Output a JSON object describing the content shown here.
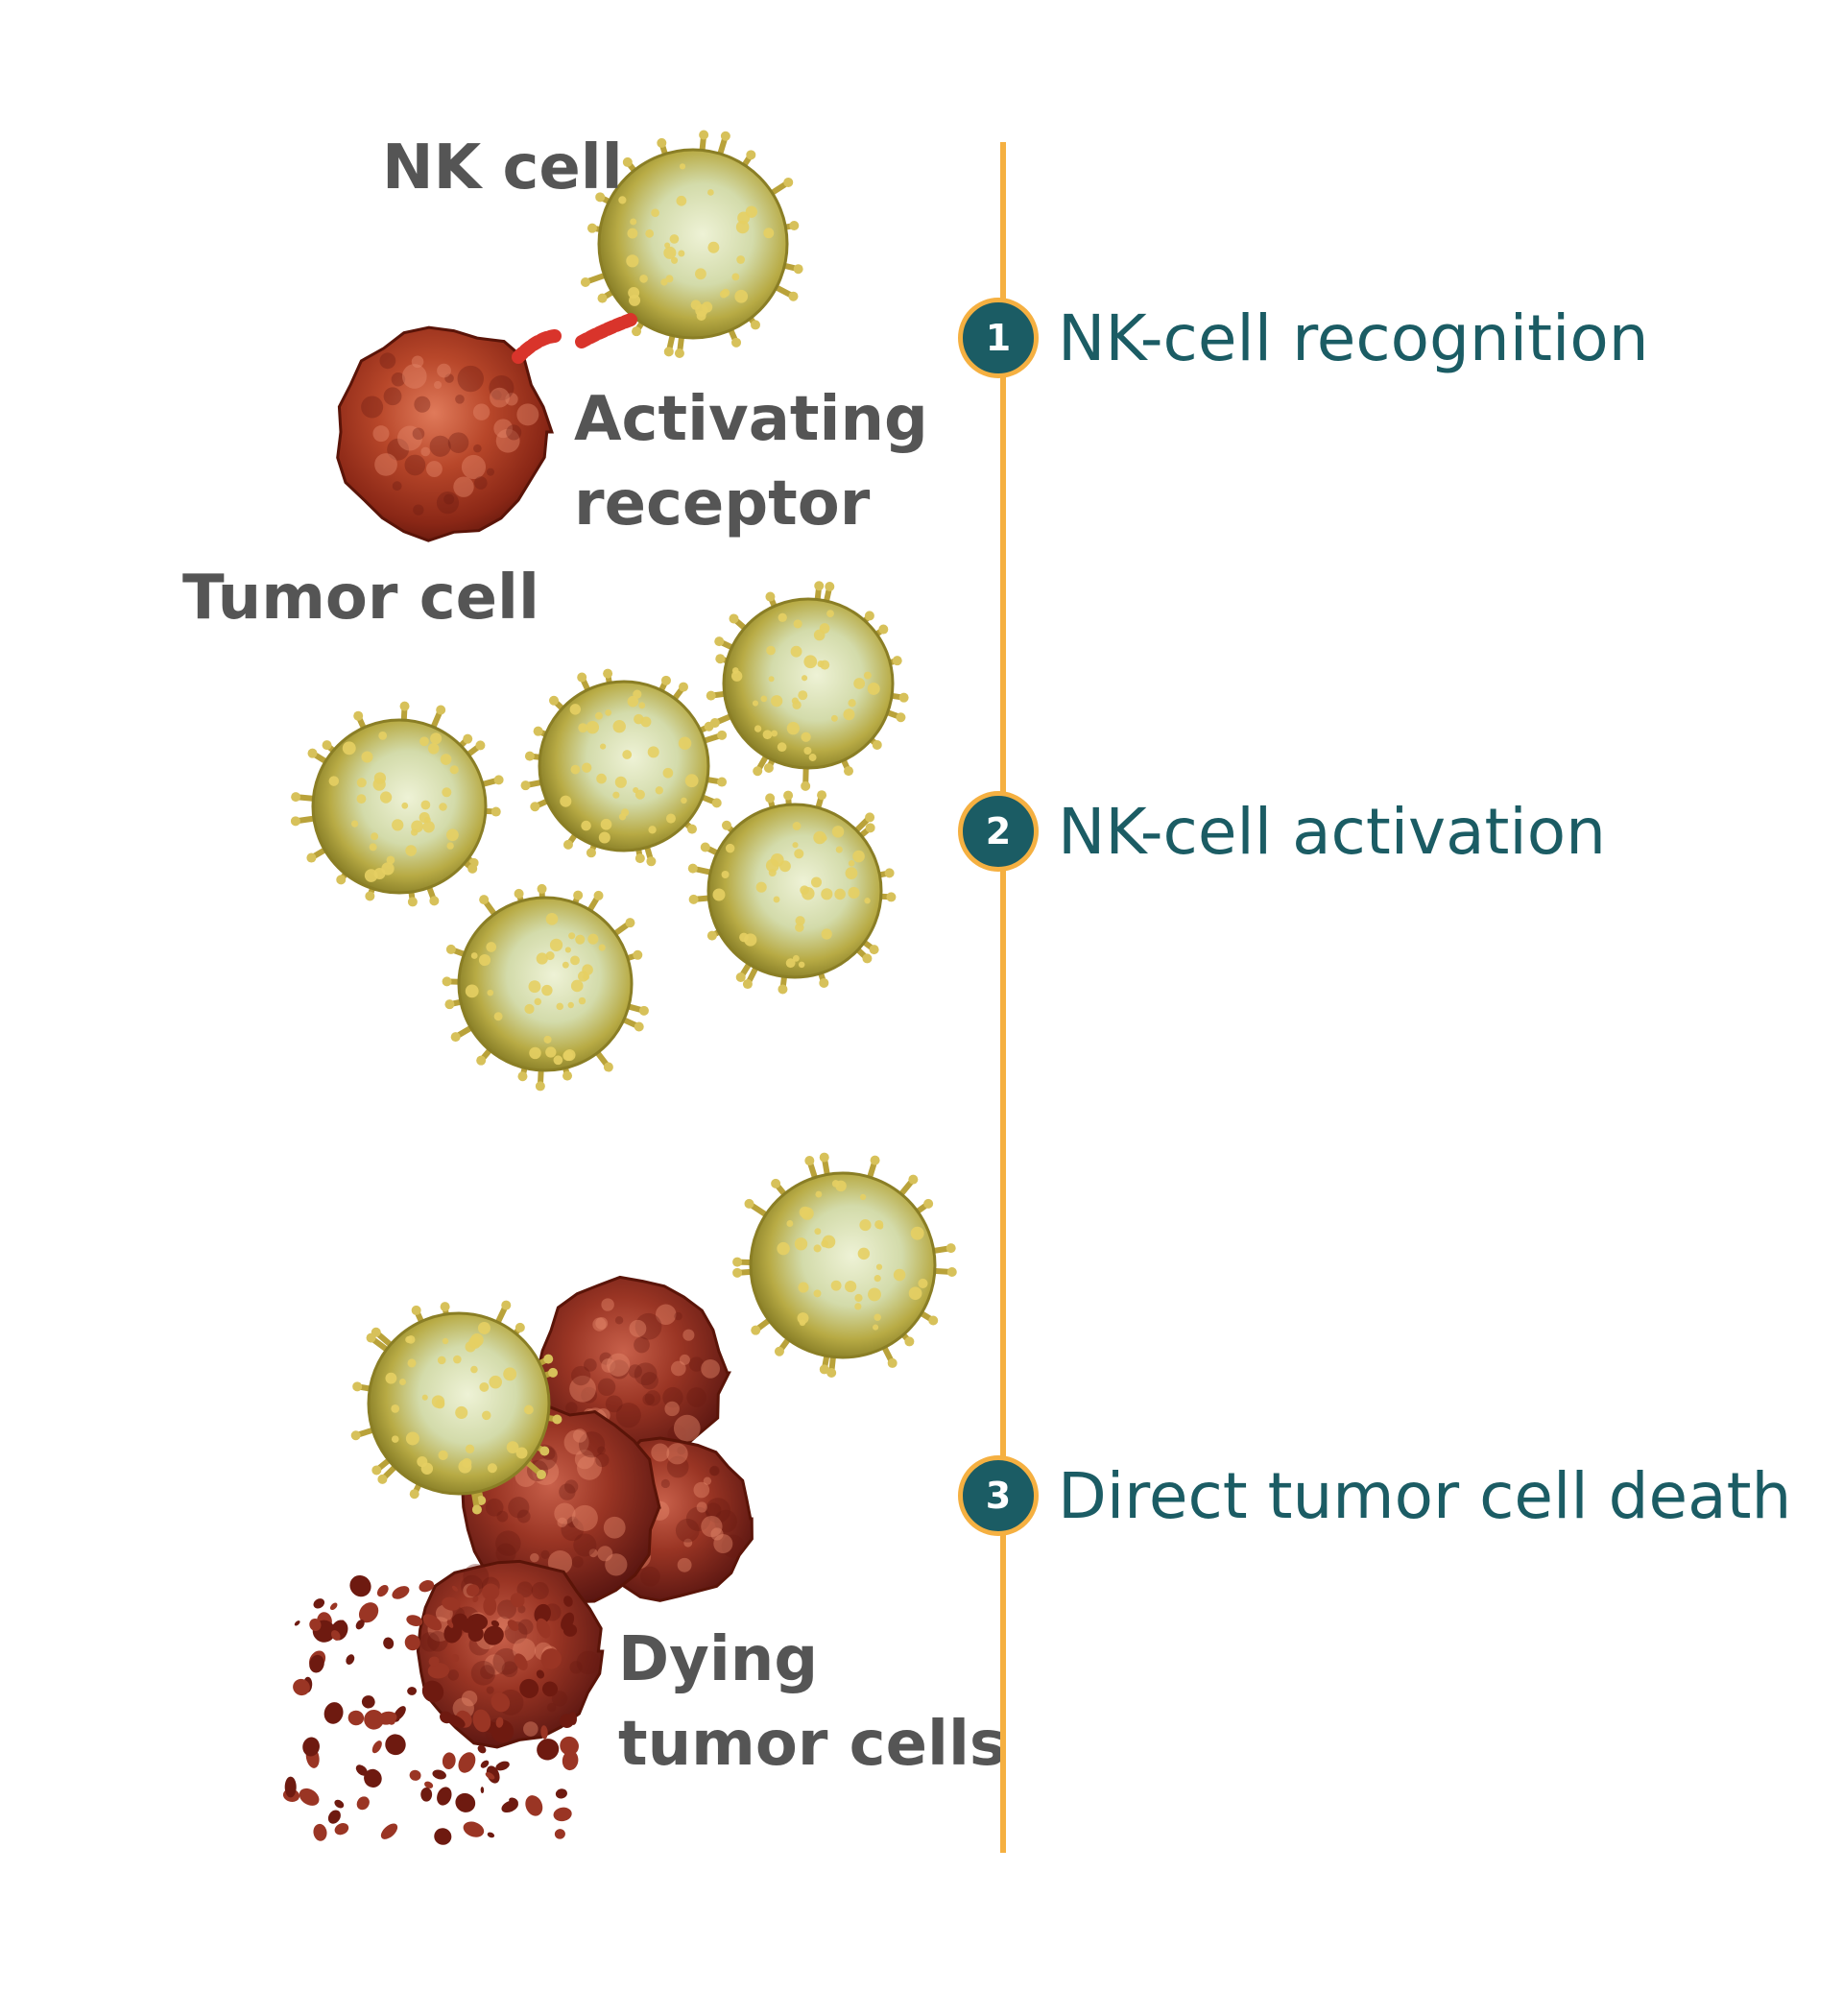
{
  "labels": {
    "nk_cell": "NK cell",
    "activating_receptor_line1": "Activating",
    "activating_receptor_line2": "receptor",
    "tumor_cell": "Tumor cell",
    "dying_line1": "Dying",
    "dying_line2": "tumor cells"
  },
  "steps": [
    {
      "number": "1",
      "label": "NK-cell recognition"
    },
    {
      "number": "2",
      "label": "NK-cell activation"
    },
    {
      "number": "3",
      "label": "Direct tumor cell death"
    }
  ],
  "colors": {
    "label_gray": "#555555",
    "teal": "#1b5c64",
    "timeline_orange": "#f5b041",
    "nk_body": "#b0a53a",
    "nk_core": "#dfe8c0",
    "tumor_body": "#a8361c",
    "tumor_dark": "#6e1a10"
  }
}
